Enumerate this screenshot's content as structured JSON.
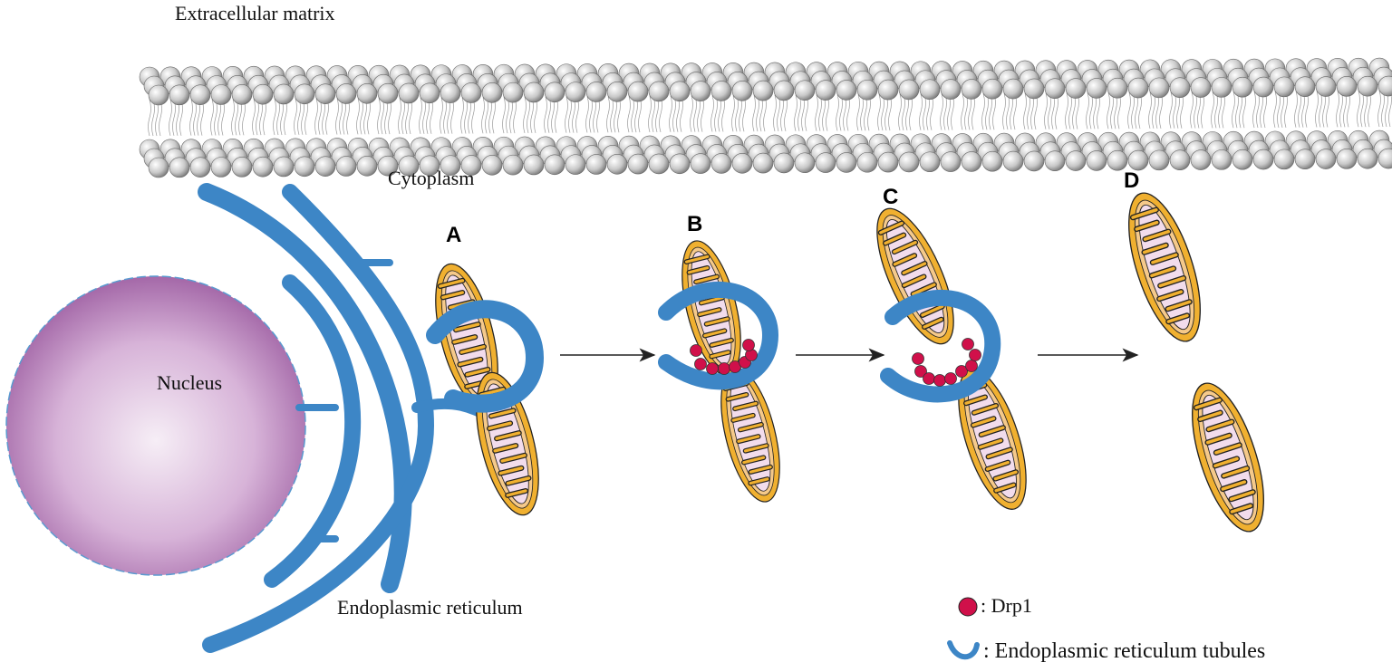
{
  "labels": {
    "extracellular": "Extracellular matrix",
    "cytoplasm": "Cytoplasm",
    "nucleus": "Nucleus",
    "er": "Endoplasmic reticulum"
  },
  "steps": [
    "A",
    "B",
    "C",
    "D"
  ],
  "legend": {
    "drp1": ": Drp1",
    "er_tubules": ": Endoplasmic reticulum tubules"
  },
  "colors": {
    "er": "#3d86c6",
    "mito": "#f0b030",
    "matrix": "#f2dcec",
    "drp1": "#d0104a",
    "nucleus": "#b47ab8"
  }
}
